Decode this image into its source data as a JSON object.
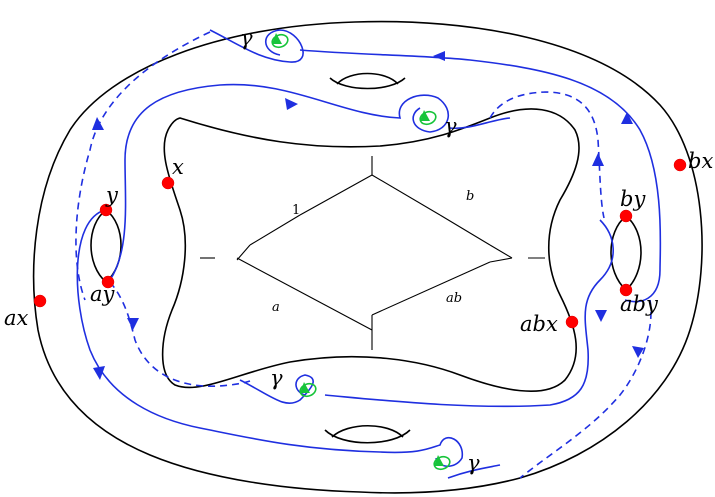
{
  "colors": {
    "outline": "#000000",
    "curve_blue": "#1f2fe0",
    "loop_green": "#17c43a",
    "marked_point": "#ff0000"
  },
  "point_labels": {
    "x": "x",
    "y": "y",
    "ay": "ay",
    "ax": "ax",
    "bx": "bx",
    "by": "by",
    "aby": "aby",
    "abx": "abx"
  },
  "gamma_label": "γ",
  "graph_labels": {
    "one": "1",
    "b": "b",
    "a": "a",
    "ab": "ab"
  }
}
